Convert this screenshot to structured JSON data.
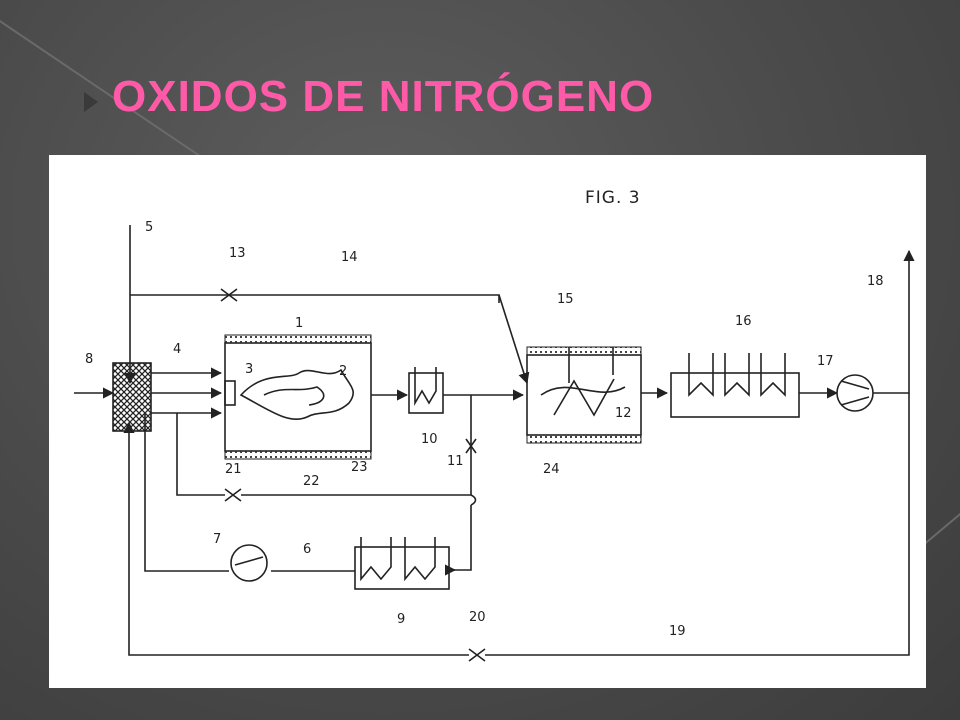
{
  "slide": {
    "title": "OXIDOS DE NITRÓGENO",
    "title_color": "#ff5aa8",
    "background_color": "#4a4a4a"
  },
  "figure": {
    "caption": "FIG. 3",
    "labels": {
      "n1": "1",
      "n2": "2",
      "n3": "3",
      "n4": "4",
      "n5": "5",
      "n6": "6",
      "n7": "7",
      "n8": "8",
      "n9": "9",
      "n10": "10",
      "n11": "11",
      "n12": "12",
      "n13": "13",
      "n14": "14",
      "n15": "15",
      "n16": "16",
      "n17": "17",
      "n18": "18",
      "n19": "19",
      "n20": "20",
      "n21": "21",
      "n22": "22",
      "n23": "23",
      "n24": "24"
    }
  }
}
